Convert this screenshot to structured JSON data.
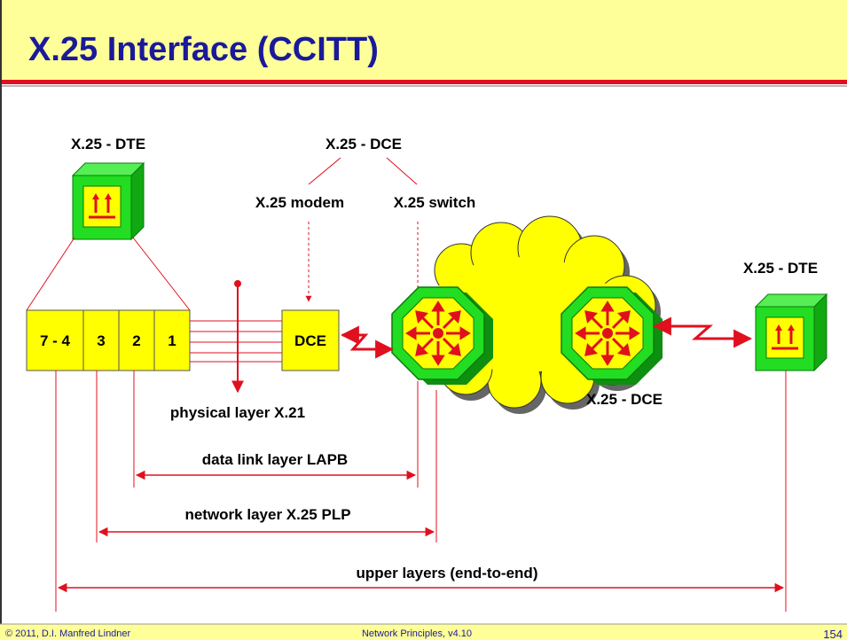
{
  "slide": {
    "title": "X.25 Interface (CCITT)",
    "footer_left": "© 2011, D.I. Manfred Lindner",
    "footer_center": "Network Principles, v4.10",
    "page_number": "154"
  },
  "diagram": {
    "dte_left_label": "X.25 - DTE",
    "dte_right_label": "X.25 - DTE",
    "dce_top_label": "X.25 - DCE",
    "modem_label": "X.25 modem",
    "switch_label": "X.25 switch",
    "dce_box_label": "DCE",
    "dce_cloud_label": "X.25 - DCE",
    "stack_layers": [
      "7 - 4",
      "3",
      "2",
      "1"
    ],
    "physical_label": "physical layer X.21",
    "datalink_label": "data link layer LAPB",
    "network_label": "network layer X.25 PLP",
    "upper_label": "upper layers (end-to-end)"
  },
  "colors": {
    "title_band": "#ffff99",
    "accent_line": "#e0101f",
    "box_yellow": "#ffff00",
    "device_green": "#22dd22",
    "device_green_dark": "#11a811",
    "cloud_yellow": "#ffff00",
    "line_red": "#e0101f"
  }
}
